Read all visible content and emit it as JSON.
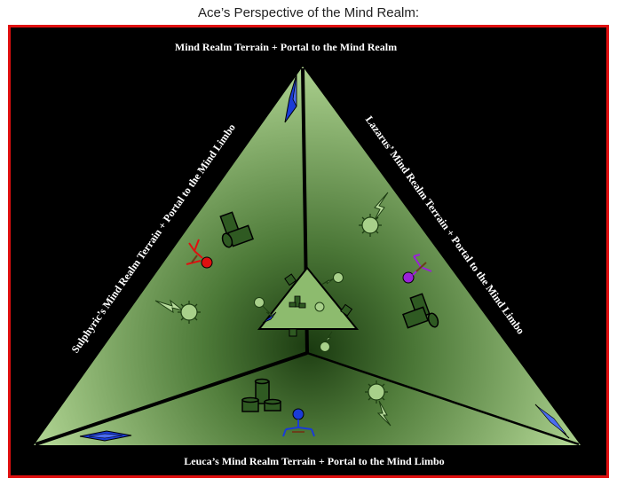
{
  "title": "Ace’s Perspective of the Mind Realm:",
  "labels": {
    "top": "Mind Realm Terrain + Portal to the Mind Realm",
    "right": "Lazarus’ Mind Realm Terrain + Portal to the Mind Limbo",
    "left": "Sulphyric’s Mind Realm Terrain + Portal to the Mind Limbo",
    "bottom": "Leuca’s Mind Realm Terrain + Portal to the Mind Limbo"
  },
  "colors": {
    "frame_border": "#e01010",
    "background": "#000000",
    "terrain_light": "#a8d08a",
    "terrain_dark": "#1d3d12",
    "portal": "#1a3bd6",
    "ace": "#e01010",
    "lazarus": "#9a22d8",
    "leuca": "#1a3bd6"
  }
}
